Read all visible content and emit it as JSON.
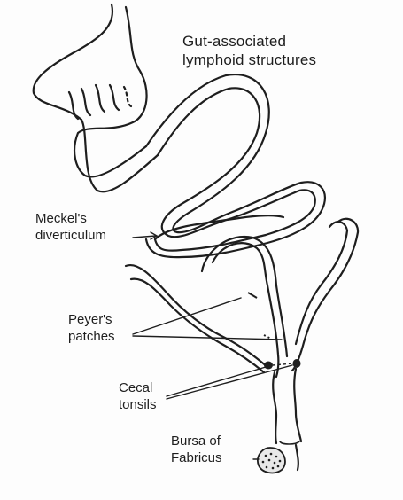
{
  "title": [
    "Gut-associated",
    "lymphoid structures"
  ],
  "labels": {
    "meckel": [
      "Meckel's",
      "diverticulum"
    ],
    "peyer": [
      "Peyer's",
      "patches"
    ],
    "cecal": [
      "Cecal",
      "tonsils"
    ],
    "bursa": [
      "Bursa of",
      "Fabricus"
    ]
  },
  "colors": {
    "ink": "#1e1e1e",
    "background": "#fdfdfd"
  }
}
